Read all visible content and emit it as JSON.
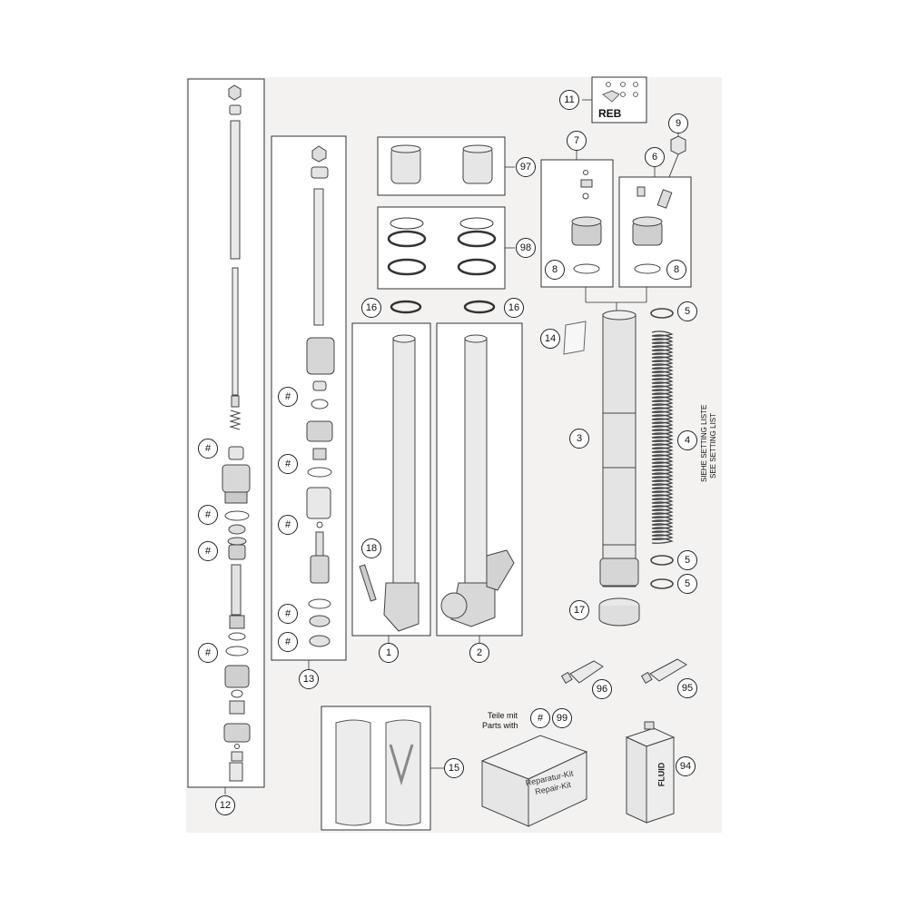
{
  "callouts": {
    "c1": "1",
    "c2": "2",
    "c3": "3",
    "c4": "4",
    "c5a": "5",
    "c5b": "5",
    "c5c": "5",
    "c6": "6",
    "c7": "7",
    "c8a": "8",
    "c8b": "8",
    "c9": "9",
    "c11": "11",
    "c12": "12",
    "c13": "13",
    "c14": "14",
    "c15": "15",
    "c16a": "16",
    "c16b": "16",
    "c17": "17",
    "c18": "18",
    "c94": "94",
    "c95": "95",
    "c96": "96",
    "c97": "97",
    "c98": "98",
    "c99": "99",
    "h1": "#",
    "h2": "#",
    "h3": "#",
    "h4": "#",
    "h5": "#",
    "h6": "#",
    "h7": "#",
    "h8": "#",
    "h9": "#",
    "h10": "#"
  },
  "labels": {
    "reb": "REB",
    "teile_mit": "Teile mit",
    "parts_with": "Parts with",
    "setting_de": "SIEHE SETTING LISTE",
    "setting_en": "SEE SETTING LIST",
    "repair_kit_de": "Reparatur-Kit",
    "repair_kit_en": "Repair-Kit",
    "fluid": "FLUID"
  }
}
